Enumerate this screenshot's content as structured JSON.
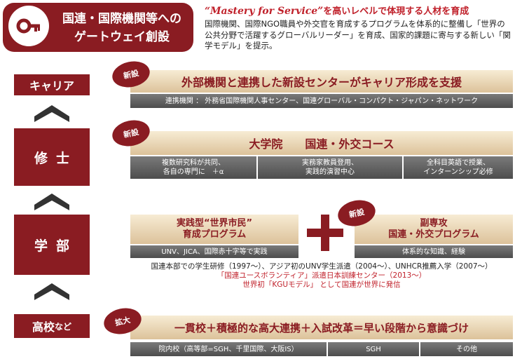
{
  "header": {
    "title_line1": "国連・国際機関等への",
    "title_line2": "ゲートウェイ創設",
    "mission_en": "“Mastery  for Service”",
    "mission_jp": "を高いレベルで体現する人材を育成",
    "intro": "国際機関、国際NGO職員や外交官を育成するプログラムを体系的に整備し「世界の公共分野で活躍するグローバルリーダー」を育成、国家的課題に寄与する新しい「関学モデル」を提示。"
  },
  "stages": {
    "career": "キャリア",
    "master": "修士",
    "undergrad": "学部",
    "highschool": "高校",
    "highschool_suffix": "など"
  },
  "career": {
    "badge": "新設",
    "headline": "外部機関と連携した新設センターがキャリア形成を支援",
    "partners": "連携機関 ： 外務省国際機関人事センター、国連グローバル・コンパクト・ジャパン・ネットワーク"
  },
  "master": {
    "badge": "新設",
    "headline": "大学院　　国連・外交コース",
    "features": [
      {
        "line1": "複数研究科が共同、",
        "line2": "各自の専門に　＋α"
      },
      {
        "line1": "実務家教員登用、",
        "line2": "実践的演習中心"
      },
      {
        "line1": "全科目英語で授業、",
        "line2": "インターンシップ必修"
      }
    ]
  },
  "undergrad": {
    "left": {
      "title_line1": "実践型“世界市民”",
      "title_line2": "育成プログラム",
      "sub": "UNV、JICA、国際赤十字等で実践"
    },
    "right": {
      "badge": "新設",
      "title_line1": "副専攻",
      "title_line2": "国連・外交プログラム",
      "sub": "体系的な知識、経験"
    },
    "note1": "国連本部での学生研修（1997～）、アジア初のUNV学生派遣（2004～）、UNHCR推薦入学（2007～）",
    "note2": "「国連ユースボランティア」派遣日本訓練センター（2013～）",
    "note3": "世界初「KGUモデル」 として国連が世界に発信"
  },
  "highschool": {
    "badge": "拡大",
    "headline": "一貫校＋積極的な高大連携＋入試改革＝早い段階から意識づけ",
    "items": [
      "院内校（高等部=SGH、千里国際、大阪IS）",
      "SGH",
      "その他"
    ]
  },
  "colors": {
    "accent": "#8a1c22",
    "highlight": "#c0212b",
    "beige": "#e8d7b5",
    "gray": "#5e5e5e"
  },
  "icons": [
    "key-icon",
    "chevron-up-icon",
    "plus-icon"
  ]
}
